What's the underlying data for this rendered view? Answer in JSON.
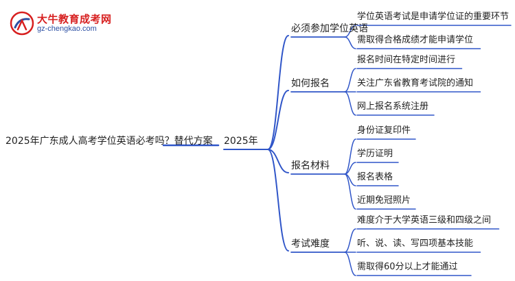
{
  "brand": {
    "name": "大牛教育成考网",
    "url": "gz-chengkao.com"
  },
  "colors": {
    "branch_line": "#2f55c8",
    "logo_red": "#d71f1f",
    "logo_blue": "#2c4fa3"
  },
  "mindmap": {
    "root": "2025年广东成人高考学位英语必考吗？替代方案",
    "center": "2025年",
    "branches": [
      {
        "label": "必须参加学位英语",
        "children": [
          "学位英语考试是申请学位证的重要环节",
          "需取得合格成绩才能申请学位"
        ]
      },
      {
        "label": "如何报名",
        "children": [
          "报名时间在特定时间进行",
          "关注广东省教育考试院的通知",
          "网上报名系统注册"
        ]
      },
      {
        "label": "报名材料",
        "children": [
          "身份证复印件",
          "学历证明",
          "报名表格",
          "近期免冠照片"
        ]
      },
      {
        "label": "考试难度",
        "children": [
          "难度介于大学英语三级和四级之间",
          "听、说、读、写四项基本技能",
          "需取得60分以上才能通过"
        ]
      }
    ]
  }
}
